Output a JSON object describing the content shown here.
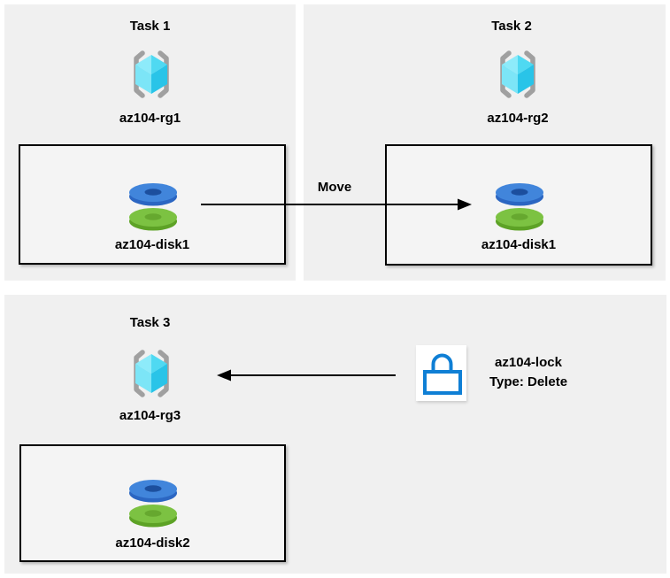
{
  "tasks": [
    {
      "title": "Task 1",
      "resource_group": "az104-rg1",
      "disk": "az104-disk1"
    },
    {
      "title": "Task 2",
      "resource_group": "az104-rg2",
      "disk": "az104-disk1"
    },
    {
      "title": "Task 3",
      "resource_group": "az104-rg3",
      "disk": "az104-disk2"
    }
  ],
  "move_arrow": {
    "label": "Move"
  },
  "lock": {
    "name": "az104-lock",
    "type": "Type: Delete"
  },
  "colors": {
    "page_bg": "#ffffff",
    "panel_bg": "#f0f0f0",
    "box_bg": "#f4f4f4",
    "box_border": "#000000",
    "text": "#000000",
    "arrow": "#000000",
    "bracket": "#a0a0a0",
    "cube_top_left": "#8debfa",
    "cube_top_right": "#4fd9f2",
    "cube_bottom_left": "#7ce5f7",
    "cube_bottom_right": "#29c4e8",
    "disk_blue_top": "#4185db",
    "disk_blue_side": "#2b66c2",
    "disk_blue_hole": "#1c4f9e",
    "disk_green_top": "#7cc242",
    "disk_green_side": "#5da226",
    "disk_green_hole": "#66a82f",
    "lock_blue": "#0f7fd5",
    "lock_bg": "#ffffff"
  }
}
